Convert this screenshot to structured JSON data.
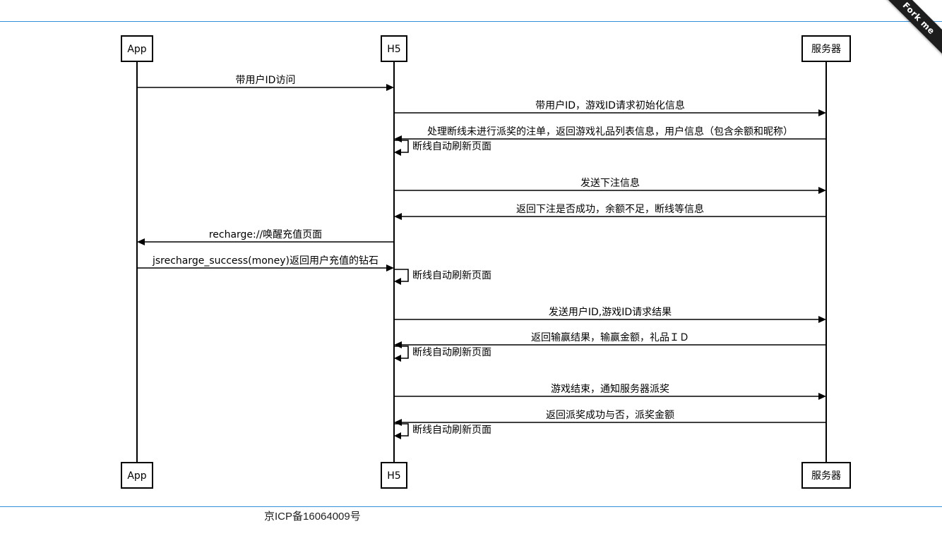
{
  "fork_ribbon": {
    "label": "Fork me"
  },
  "footer": {
    "text": "京ICP备16064009号"
  },
  "diagram": {
    "participants": [
      {
        "id": "app",
        "label": "App"
      },
      {
        "id": "h5",
        "label": "H5"
      },
      {
        "id": "server",
        "label": "服务器"
      }
    ],
    "messages": [
      {
        "from": "app",
        "to": "h5",
        "label": "带用户ID访问"
      },
      {
        "from": "h5",
        "to": "server",
        "label": "带用户ID，游戏ID请求初始化信息"
      },
      {
        "from": "server",
        "to": "h5",
        "label": "处理断线未进行派奖的注单，返回游戏礼品列表信息，用户信息（包含余额和昵称）"
      },
      {
        "from": "h5",
        "to": "h5",
        "label": "断线自动刷新页面"
      },
      {
        "from": "h5",
        "to": "server",
        "label": "发送下注信息"
      },
      {
        "from": "server",
        "to": "h5",
        "label": "返回下注是否成功，余额不足，断线等信息"
      },
      {
        "from": "h5",
        "to": "app",
        "label": "recharge://唤醒充值页面"
      },
      {
        "from": "app",
        "to": "h5",
        "label": "jsrecharge_success(money)返回用户充值的钻石"
      },
      {
        "from": "h5",
        "to": "h5",
        "label": "断线自动刷新页面"
      },
      {
        "from": "h5",
        "to": "server",
        "label": "发送用户ID,游戏ID请求结果"
      },
      {
        "from": "server",
        "to": "h5",
        "label": "返回输赢结果，输赢金额，礼品ＩＤ"
      },
      {
        "from": "h5",
        "to": "h5",
        "label": "断线自动刷新页面"
      },
      {
        "from": "h5",
        "to": "server",
        "label": "游戏结束，通知服务器派奖"
      },
      {
        "from": "server",
        "to": "h5",
        "label": "返回派奖成功与否，派奖金额"
      },
      {
        "from": "h5",
        "to": "h5",
        "label": "断线自动刷新页面"
      }
    ]
  }
}
